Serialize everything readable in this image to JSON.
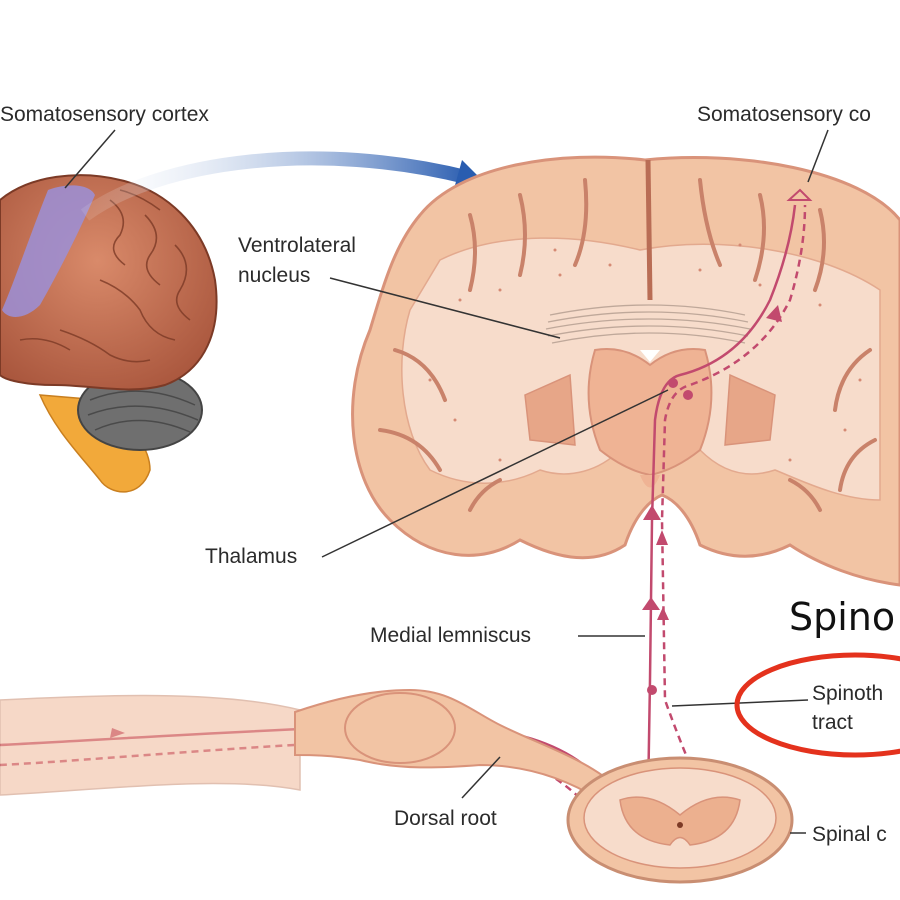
{
  "labels": {
    "somatosensory_cortex_left": "Somatosensory cortex",
    "somatosensory_cortex_right": "Somatosensory co",
    "ventrolateral_line1": "Ventrolateral",
    "ventrolateral_line2": "nucleus",
    "thalamus": "Thalamus",
    "medial_lemniscus": "Medial lemniscus",
    "spinothalamic_line1": "Spinoth",
    "spinothalamic_line2": "tract",
    "dorsal_root": "Dorsal root",
    "spinal_cord": "Spinal c",
    "overlay_title": "Spino"
  },
  "colors": {
    "brain_tissue": "#f2c4a4",
    "gyri_outline": "#d9937a",
    "cortex_highlight": "#9b8fd8",
    "pathway": "#c24a6e",
    "arrow_blue": "#2a5db0",
    "highlight_circle": "#e4321d",
    "cerebellum": "#6f6f6f",
    "brainstem": "#f2a93a"
  }
}
